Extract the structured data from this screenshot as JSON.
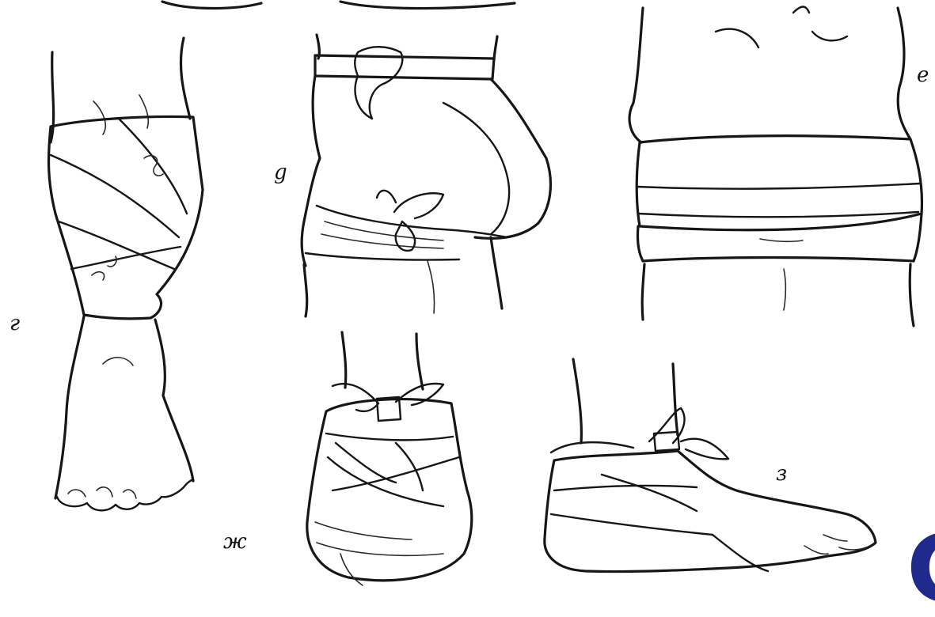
{
  "labels": {
    "g_ru": "г",
    "d": "g",
    "e": "е",
    "zh": "ж",
    "z": "з"
  },
  "corner_mark": "C",
  "colors": {
    "ink": "#161616",
    "paper": "#ffffff",
    "accent": "#1f2a8c"
  }
}
